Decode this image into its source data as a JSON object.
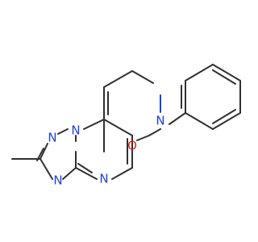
{
  "molecule": {
    "atoms": {
      "n_triazole_top": {
        "symbol": "N",
        "color": "#1f3fe0"
      },
      "n_triazole_left": {
        "symbol": "N",
        "color": "#1f3fe0"
      },
      "n_triazole_bottom": {
        "symbol": "N",
        "color": "#1f3fe0"
      },
      "n_pyrimidine": {
        "symbol": "N",
        "color": "#1f3fe0"
      },
      "n_pyridone": {
        "symbol": "N",
        "color": "#1f3fe0"
      },
      "o_carbonyl": {
        "symbol": "O",
        "color": "#e02020"
      }
    },
    "colors": {
      "carbon_bond": "#303030",
      "nitrogen": "#1f3fe0",
      "oxygen": "#e02020",
      "background": "#ffffff"
    }
  }
}
